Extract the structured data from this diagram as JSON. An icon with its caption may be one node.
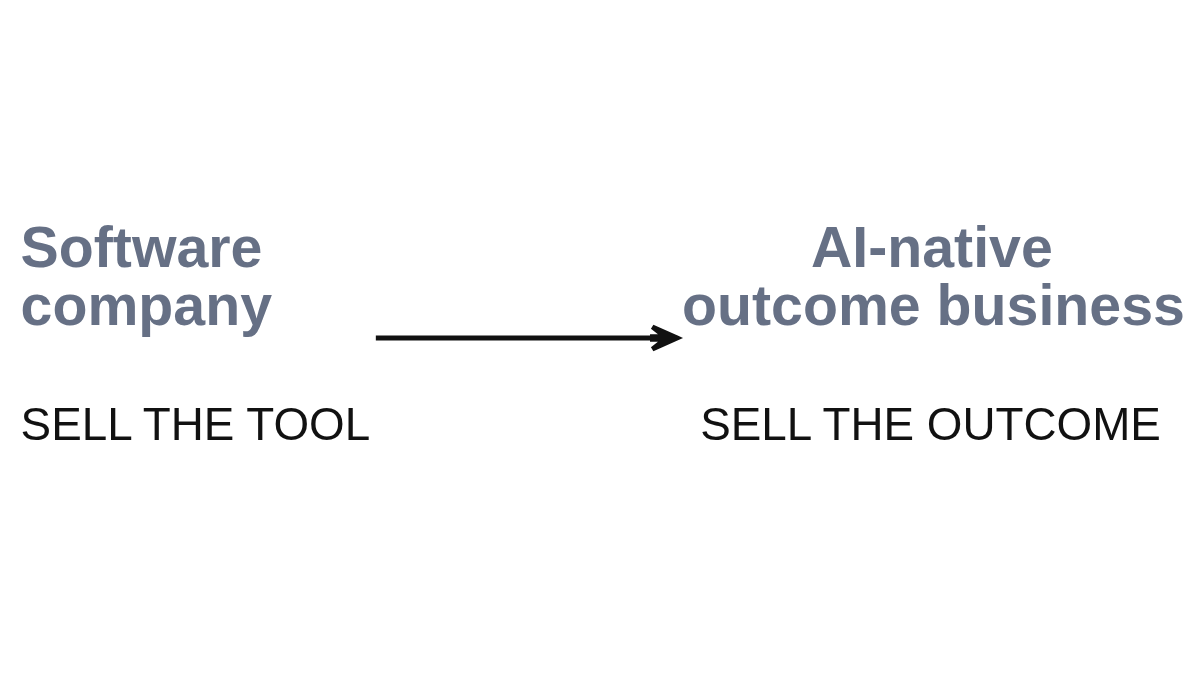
{
  "diagram": {
    "nodes": [
      {
        "text": [
          "Software company",
          "SELL THE TOOL"
        ]
      },
      {
        "text": [
          "AI-native outcome business",
          "SELL THE OUTCOME"
        ]
      }
    ],
    "edges": [
      {
        "from": 0,
        "to": 1,
        "arrow": "to"
      }
    ]
  }
}
